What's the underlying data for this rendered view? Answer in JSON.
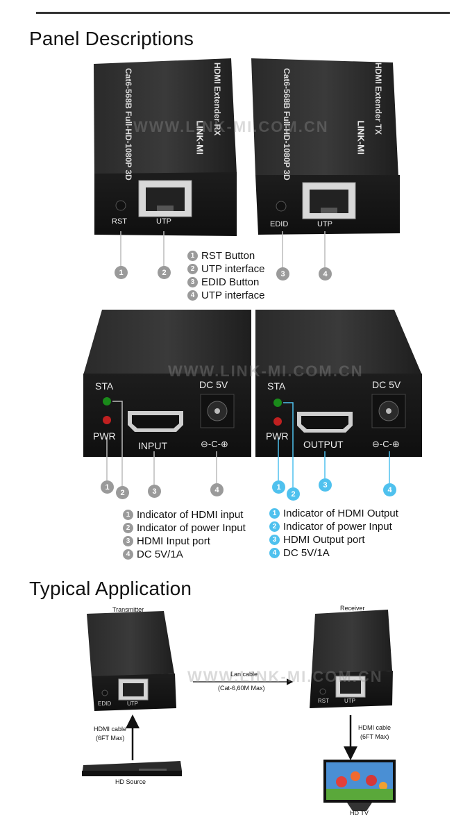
{
  "watermark": "WWW.LINK-MI.COM.CN",
  "sections": {
    "panel_title": "Panel Descriptions",
    "typical_title": "Typical Application"
  },
  "device_top": {
    "rx": {
      "model": "Cat6-568B  Full-HD-1080P 3D",
      "name": "HDMI Extender  RX",
      "brand": "LINK-MI",
      "btn_label": "RST",
      "port_label": "UTP"
    },
    "tx": {
      "model": "Cat6-568B  Full-HD-1080P 3D",
      "name": "HDMI Extender  TX",
      "brand": "LINK-MI",
      "btn_label": "EDID",
      "port_label": "UTP"
    }
  },
  "legend_top": [
    {
      "n": "1",
      "text": "RST Button"
    },
    {
      "n": "2",
      "text": "UTP interface"
    },
    {
      "n": "3",
      "text": "EDID Button"
    },
    {
      "n": "4",
      "text": "UTP interface"
    }
  ],
  "device_bottom": {
    "tx": {
      "sta": "STA",
      "pwr": "PWR",
      "port": "INPUT",
      "dc": "DC 5V",
      "polarity": "⊖-C-⊕"
    },
    "rx": {
      "sta": "STA",
      "pwr": "PWR",
      "port": "OUTPUT",
      "dc": "DC 5V",
      "polarity": "⊖-C-⊕"
    }
  },
  "legend_tx": [
    {
      "n": "1",
      "text": "Indicator of HDMI input"
    },
    {
      "n": "2",
      "text": "Indicator of power Input"
    },
    {
      "n": "3",
      "text": "HDMI Input port"
    },
    {
      "n": "4",
      "text": "DC 5V/1A"
    }
  ],
  "legend_rx": [
    {
      "n": "1",
      "text": "Indicator of HDMI Output"
    },
    {
      "n": "2",
      "text": "Indicator of power Input"
    },
    {
      "n": "3",
      "text": "HDMI Output port"
    },
    {
      "n": "4",
      "text": "DC 5V/1A"
    }
  ],
  "application": {
    "transmitter": "Transmitter",
    "receiver": "Receiver",
    "lan_cable": "Lan cable",
    "lan_spec": "(Cat-6,60M Max)",
    "hdmi_cable": "HDMI cable",
    "hdmi_spec": "(6FT Max)",
    "hd_source": "HD Source",
    "hd_tv": "HD TV",
    "tx_btn": "EDID",
    "rx_btn": "RST",
    "port": "UTP"
  },
  "colors": {
    "gray_badge": "#9a9a9a",
    "blue_badge": "#4fc1ee",
    "device_body": "#1c1c1c"
  }
}
